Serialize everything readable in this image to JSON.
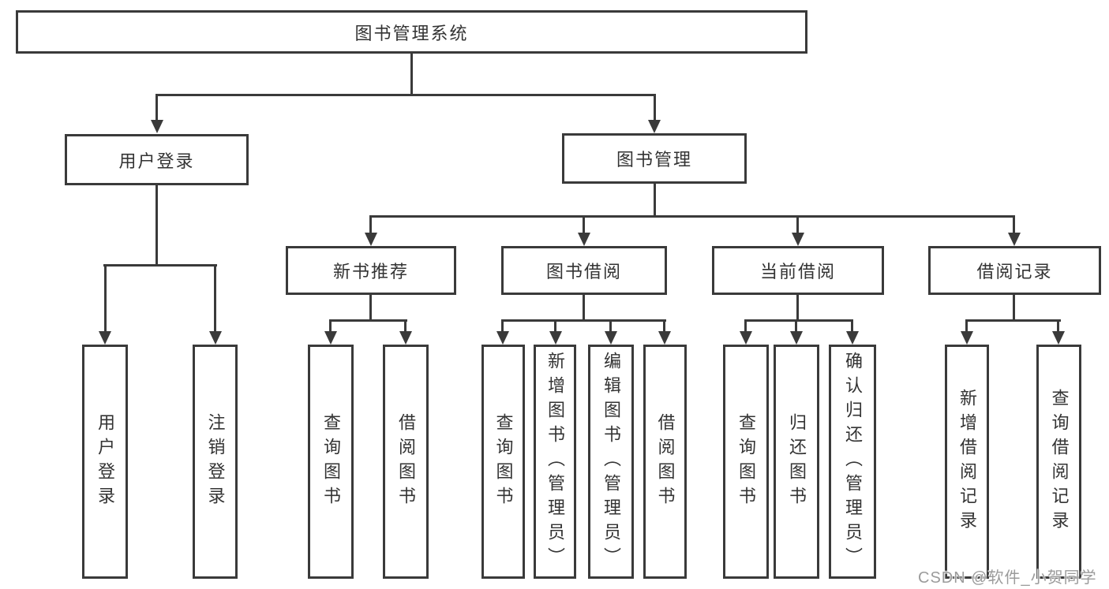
{
  "diagram_type": "hierarchy-tree",
  "colors": {
    "line": "#3a3a3a",
    "border": "#3a3a3a",
    "text": "#333333",
    "background": "#ffffff",
    "watermark": "#9b9b9b"
  },
  "tree": {
    "root": {
      "label": "图书管理系统"
    },
    "branches": [
      {
        "label": "用户登录",
        "children": [
          {
            "label": "用户登录"
          },
          {
            "label": "注销登录"
          }
        ]
      },
      {
        "label": "图书管理",
        "children": [
          {
            "label": "新书推荐",
            "children": [
              {
                "label": "查询图书"
              },
              {
                "label": "借阅图书"
              }
            ]
          },
          {
            "label": "图书借阅",
            "children": [
              {
                "label": "查询图书"
              },
              {
                "label": "新增图书（管理员）"
              },
              {
                "label": "编辑图书（管理员）"
              },
              {
                "label": "借阅图书"
              }
            ]
          },
          {
            "label": "当前借阅",
            "children": [
              {
                "label": "查询图书"
              },
              {
                "label": "归还图书"
              },
              {
                "label": "确认归还（管理员）"
              }
            ]
          },
          {
            "label": "借阅记录",
            "children": [
              {
                "label": "新增借阅记录"
              },
              {
                "label": "查询借阅记录"
              }
            ]
          }
        ]
      }
    ]
  },
  "watermark": {
    "text": "CSDN @软件_小贺同学"
  }
}
